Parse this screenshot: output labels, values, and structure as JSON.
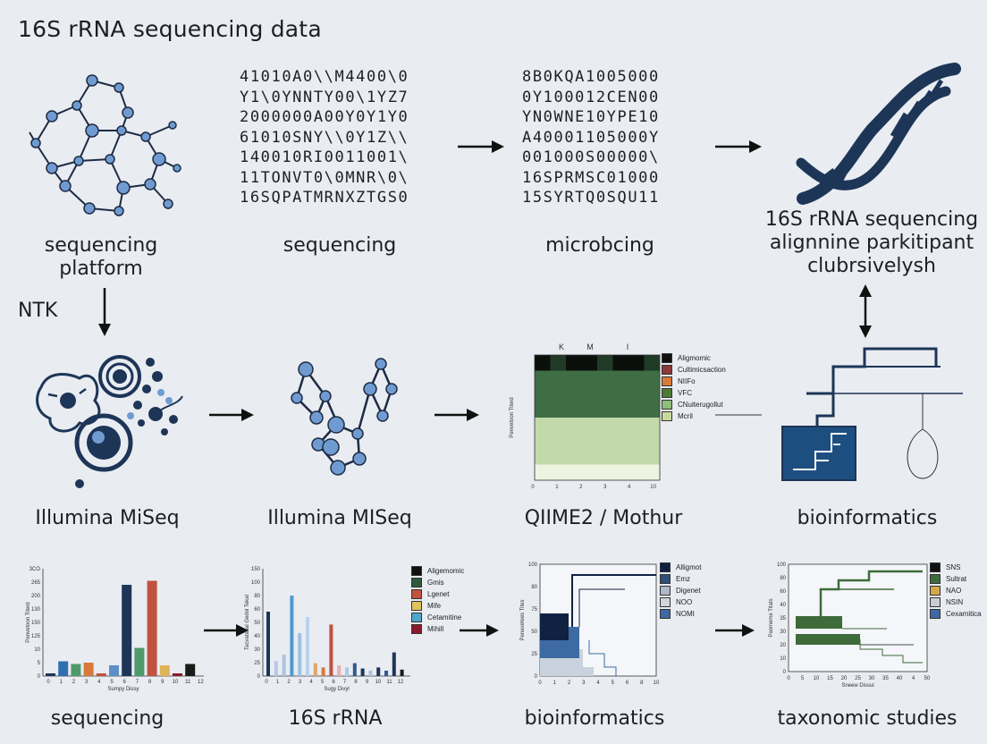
{
  "title": "16S rRNA sequencing data",
  "side_label": "NTK",
  "code_block_1": [
    "41010A0\\\\M4400\\0",
    "Y1\\0YNNTY00\\1YZ7",
    "2000000A00Y0Y1Y0",
    "61010SNY\\\\0Y1Z\\\\",
    "140010RI0011001\\",
    "11TONVT0\\0MNR\\0\\",
    "16SQPATMRNXZTGS0"
  ],
  "code_block_2": [
    "8B0KQA1005000",
    "0Y100012CEN00",
    "YN0WNE10YPE10",
    "A40001105000Y",
    "001000S00000\\",
    "16SPRMSC01000",
    "15SYRTQ0SQU11"
  ],
  "captions": {
    "r1c1": [
      "sequencing",
      "platform"
    ],
    "r1c2": "sequencing",
    "r1c3": "microbcing",
    "r1c4": [
      "16S rRNA sequencing",
      "alignnine parkitipant",
      "clubrsivelysh"
    ],
    "r2c1": "Illumina MiSeq",
    "r2c2": "Illumina MISeq",
    "r2c3": "QIIME2 / Mothur",
    "r2c4": "bioinformatics",
    "r3c1": "sequencing",
    "r3c2": "16S rRNA",
    "r3c3": "bioinformatics",
    "r3c4": "taxonomic studies"
  },
  "colors": {
    "navy": "#1d3557",
    "blue": "#5b8fc9",
    "node": "#6f9bd1",
    "green": "#3e6b3a",
    "red": "#c0523f",
    "teal": "#4f9a6a"
  },
  "heatmap": {
    "top_labels": [
      "K",
      "M",
      "I"
    ],
    "x_ticks": [
      "0",
      "1",
      "2",
      "3",
      "4",
      "10"
    ],
    "legend": [
      {
        "label": "Aligmomic",
        "color": "#111111"
      },
      {
        "label": "Cultimicsaction",
        "color": "#8b3a3a"
      },
      {
        "label": "NIIFo",
        "color": "#d87a3a"
      },
      {
        "label": "VFC",
        "color": "#4e7a3a"
      },
      {
        "label": "CNuiterugollut",
        "color": "#8fbf7a"
      },
      {
        "label": "Mcril",
        "color": "#c9d99a"
      }
    ]
  },
  "chart_data": [
    {
      "type": "bar",
      "title": "",
      "xlabel": "Sumpy Dissy",
      "ylabel": "Penvetoon Titerd",
      "y_ticks": [
        "0",
        "5",
        "10",
        "125",
        "150",
        "130",
        "200",
        "265",
        "3CO"
      ],
      "categories": [
        "0",
        "1",
        "2",
        "3",
        "4",
        "5",
        "6",
        "7",
        "8",
        "9",
        "10",
        "11",
        "12"
      ],
      "series": [
        {
          "values": [
            2,
            11,
            9,
            10,
            2,
            8,
            68,
            21,
            71,
            8,
            2,
            9
          ]
        }
      ],
      "bar_colors": [
        "#1d3557",
        "#2f6fb0",
        "#4f9a6a",
        "#d87a3a",
        "#c0523f",
        "#5b8fc9",
        "#1d3557",
        "#4f9a6a",
        "#c0523f",
        "#e0b25a",
        "#8b1a2a",
        "#1a1a1a"
      ],
      "ylim": [
        0,
        80
      ]
    },
    {
      "type": "bar",
      "title": "",
      "xlabel": "Sugy Divyl",
      "ylabel": "Tacvatabal Gedol Tekal",
      "y_ticks": [
        "0",
        "25",
        "30",
        "40",
        "50",
        "60",
        "80",
        "100",
        "150"
      ],
      "categories": [
        "0",
        "1",
        "2",
        "3",
        "4",
        "5",
        "6",
        "7",
        "8",
        "9",
        "10",
        "11",
        "12"
      ],
      "series": [
        {
          "values": [
            60,
            14,
            20,
            75,
            40,
            55,
            12,
            8,
            48,
            10,
            8,
            12,
            7,
            5,
            8,
            5,
            22,
            6
          ]
        }
      ],
      "legend": [
        {
          "label": "Aligemomic",
          "color": "#111111"
        },
        {
          "label": "Gmis",
          "color": "#2f5a40"
        },
        {
          "label": "Lgenet",
          "color": "#c0523f"
        },
        {
          "label": "Mife",
          "color": "#e0c25a"
        },
        {
          "label": "Cetamitine",
          "color": "#4fa7c9"
        },
        {
          "label": "Mihill",
          "color": "#8b1a2a"
        }
      ],
      "ylim": [
        0,
        100
      ]
    },
    {
      "type": "area",
      "title": "",
      "xlabel": "",
      "ylabel": "Penavetees Tites",
      "x_ticks": [
        "0",
        "1",
        "2",
        "3",
        "4",
        "5",
        "6",
        "8",
        "10"
      ],
      "y_ticks": [
        "0",
        "25",
        "50",
        "75",
        "80",
        "100"
      ],
      "legend": [
        {
          "label": "Alligmot",
          "color": "#0f2242"
        },
        {
          "label": "Emz",
          "color": "#2f4e7a"
        },
        {
          "label": "Digenet",
          "color": "#aeb9c9"
        },
        {
          "label": "NOO",
          "color": "#d0d6df"
        },
        {
          "label": "NOMI",
          "color": "#3d6aa3"
        }
      ]
    },
    {
      "type": "line",
      "title": "",
      "xlabel": "Sneew Dissul",
      "ylabel": "Panmeme Titats",
      "x_ticks": [
        "0",
        "5",
        "10",
        "15",
        "20",
        "25",
        "30",
        "35",
        "40",
        "4",
        "50"
      ],
      "y_ticks": [
        "0",
        "10",
        "20",
        "30",
        "35",
        "40",
        "60",
        "80",
        "100"
      ],
      "legend": [
        {
          "label": "SNS",
          "color": "#111111"
        },
        {
          "label": "Sultrat",
          "color": "#3e6b3a"
        },
        {
          "label": "NAO",
          "color": "#d4a84a"
        },
        {
          "label": "NSIN",
          "color": "#c9ced6"
        },
        {
          "label": "Cexamitica",
          "color": "#3d6aa3"
        }
      ]
    }
  ]
}
